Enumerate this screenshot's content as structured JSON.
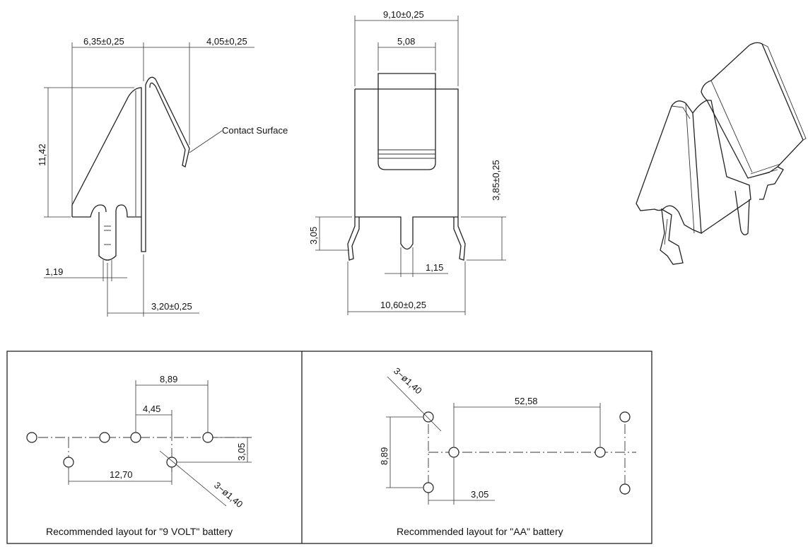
{
  "side_view": {
    "dim_top_left": "6,35±0,25",
    "dim_top_right": "4,05±0,25",
    "dim_height": "11,42",
    "callout_contact": "Contact Surface",
    "dim_pin_width": "1,19",
    "dim_pin_offset": "3,20±0,25"
  },
  "front_view": {
    "dim_overall_top": "9,10±0,25",
    "dim_contact_width": "5,08",
    "dim_right_height": "3,85±0,25",
    "dim_leg_height": "3,05",
    "dim_pin_width": "1,15",
    "dim_overall_bottom": "10,60±0,25"
  },
  "layout_9v": {
    "caption": "Recommended layout for \"9 VOLT\" battery",
    "dim_spacing_wide": "8,89",
    "dim_spacing_half": "4,45",
    "dim_offset_vertical": "3,05",
    "dim_spacing_bottom": "12,70",
    "hole_callout": "3−ø1,40"
  },
  "layout_aa": {
    "caption": "Recommended layout for \"AA\" battery",
    "hole_callout": "3−ø1,40",
    "dim_spacing_long": "52,58",
    "dim_vertical": "8,89",
    "dim_offset": "3,05"
  },
  "icons": [
    "isometric-battery-clip-icon"
  ]
}
